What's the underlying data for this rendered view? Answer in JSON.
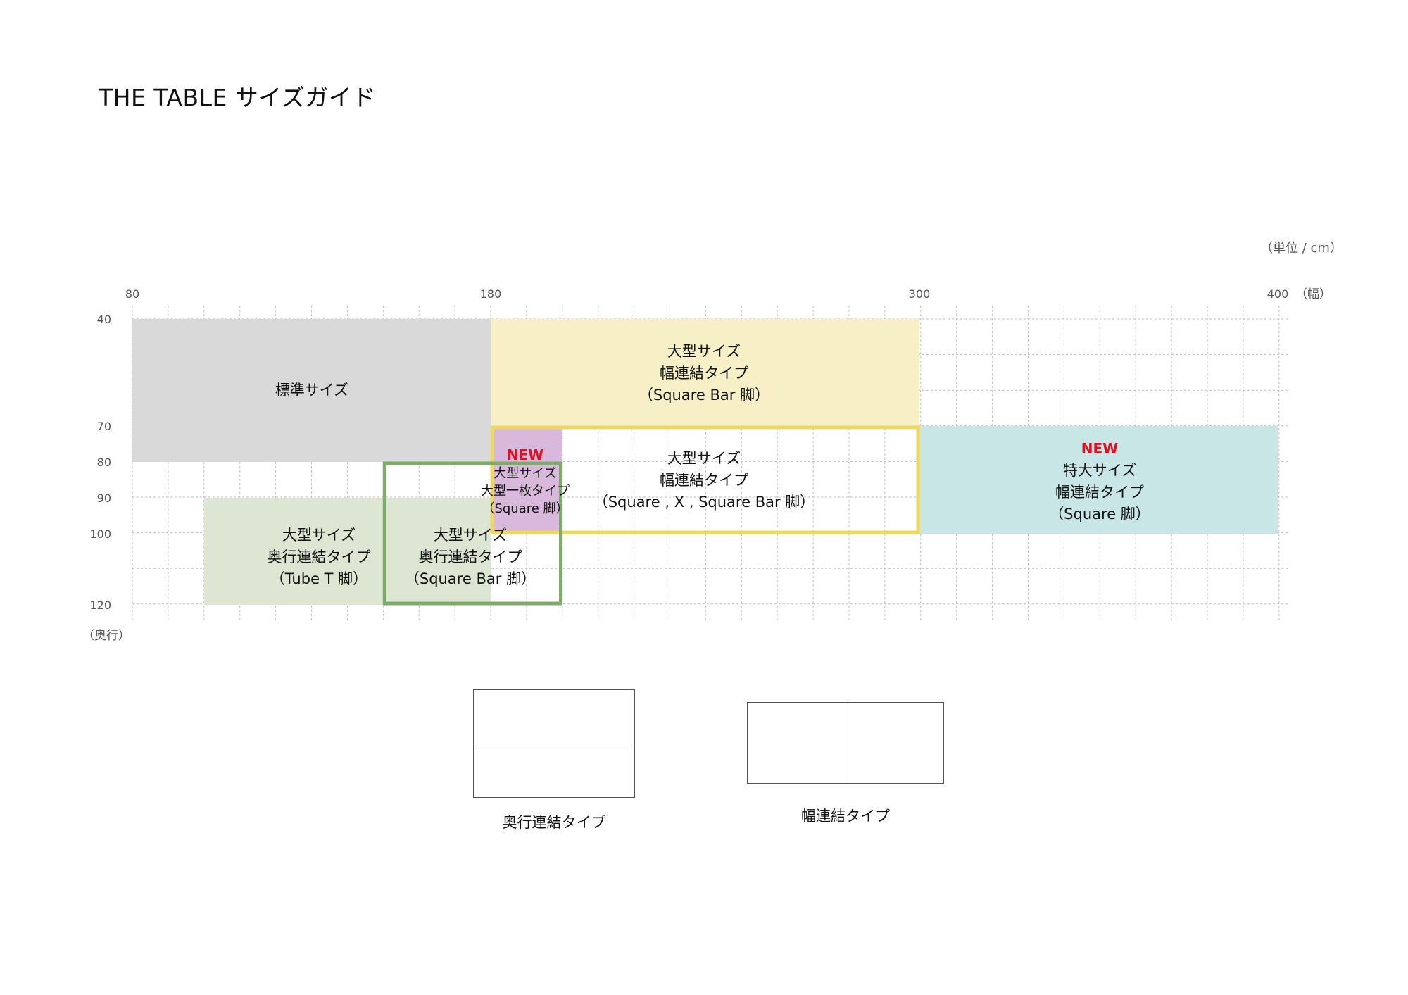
{
  "title": "THE TABLE サイズガイド",
  "unit_label": "（単位 / cm）",
  "axes": {
    "x_label": "（幅）",
    "y_label": "（奥行）",
    "x_ticks": [
      80,
      180,
      300,
      400
    ],
    "y_ticks": [
      40,
      70,
      80,
      90,
      100,
      120
    ]
  },
  "colors": {
    "standard": "#d9d9d9",
    "large_width": "#f7efc6",
    "large_width_outline": "#efd85a",
    "large_single": "#d8b9dc",
    "extra_large": "#c8e6e6",
    "large_depth_tube": "#dde6d3",
    "large_depth_square_outline": "#7dac6a",
    "new_badge": "#e0101e",
    "grid": "#bdbdbd"
  },
  "regions": [
    {
      "id": "standard",
      "w": [
        80,
        180
      ],
      "d": [
        40,
        80
      ],
      "fill": "standard",
      "new": false,
      "lines": [
        "標準サイズ"
      ]
    },
    {
      "id": "large-width-squarebar",
      "w": [
        180,
        300
      ],
      "d": [
        40,
        70
      ],
      "fill": "large_width",
      "new": false,
      "lines": [
        "大型サイズ",
        "幅連結タイプ",
        "（Square Bar 脚）"
      ]
    },
    {
      "id": "large-depth-tube",
      "w": [
        100,
        180
      ],
      "d": [
        90,
        120
      ],
      "fill": "large_depth_tube",
      "new": false,
      "lines": [
        "大型サイズ",
        "奥行連結タイプ",
        "（Tube T 脚）"
      ]
    },
    {
      "id": "extra-large",
      "w": [
        300,
        400
      ],
      "d": [
        70,
        100
      ],
      "fill": "extra_large",
      "new": true,
      "lines": [
        "特大サイズ",
        "幅連結タイプ",
        "（Square 脚）"
      ]
    },
    {
      "id": "large-single",
      "w": [
        180,
        200
      ],
      "d": [
        70,
        100
      ],
      "fill": "large_single",
      "new": true,
      "lines": [
        "大型サイズ",
        "大型一枚タイプ",
        "（Square 脚）"
      ]
    },
    {
      "id": "large-width-multi",
      "w": [
        180,
        300
      ],
      "d": [
        70,
        100
      ],
      "outline": "large_width_outline",
      "new": false,
      "lines": [
        "大型サイズ",
        "幅連結タイプ",
        "（Square , X , Square Bar 脚）"
      ]
    },
    {
      "id": "large-depth-squarebar",
      "w": [
        150,
        200
      ],
      "d": [
        80,
        120
      ],
      "outline": "large_depth_square_outline",
      "new": false,
      "lines": [
        "大型サイズ",
        "奥行連結タイプ",
        "（Square Bar 脚）"
      ]
    }
  ],
  "new_badge": "NEW",
  "legend": {
    "depth_label": "奥行連結タイプ",
    "width_label": "幅連結タイプ"
  }
}
